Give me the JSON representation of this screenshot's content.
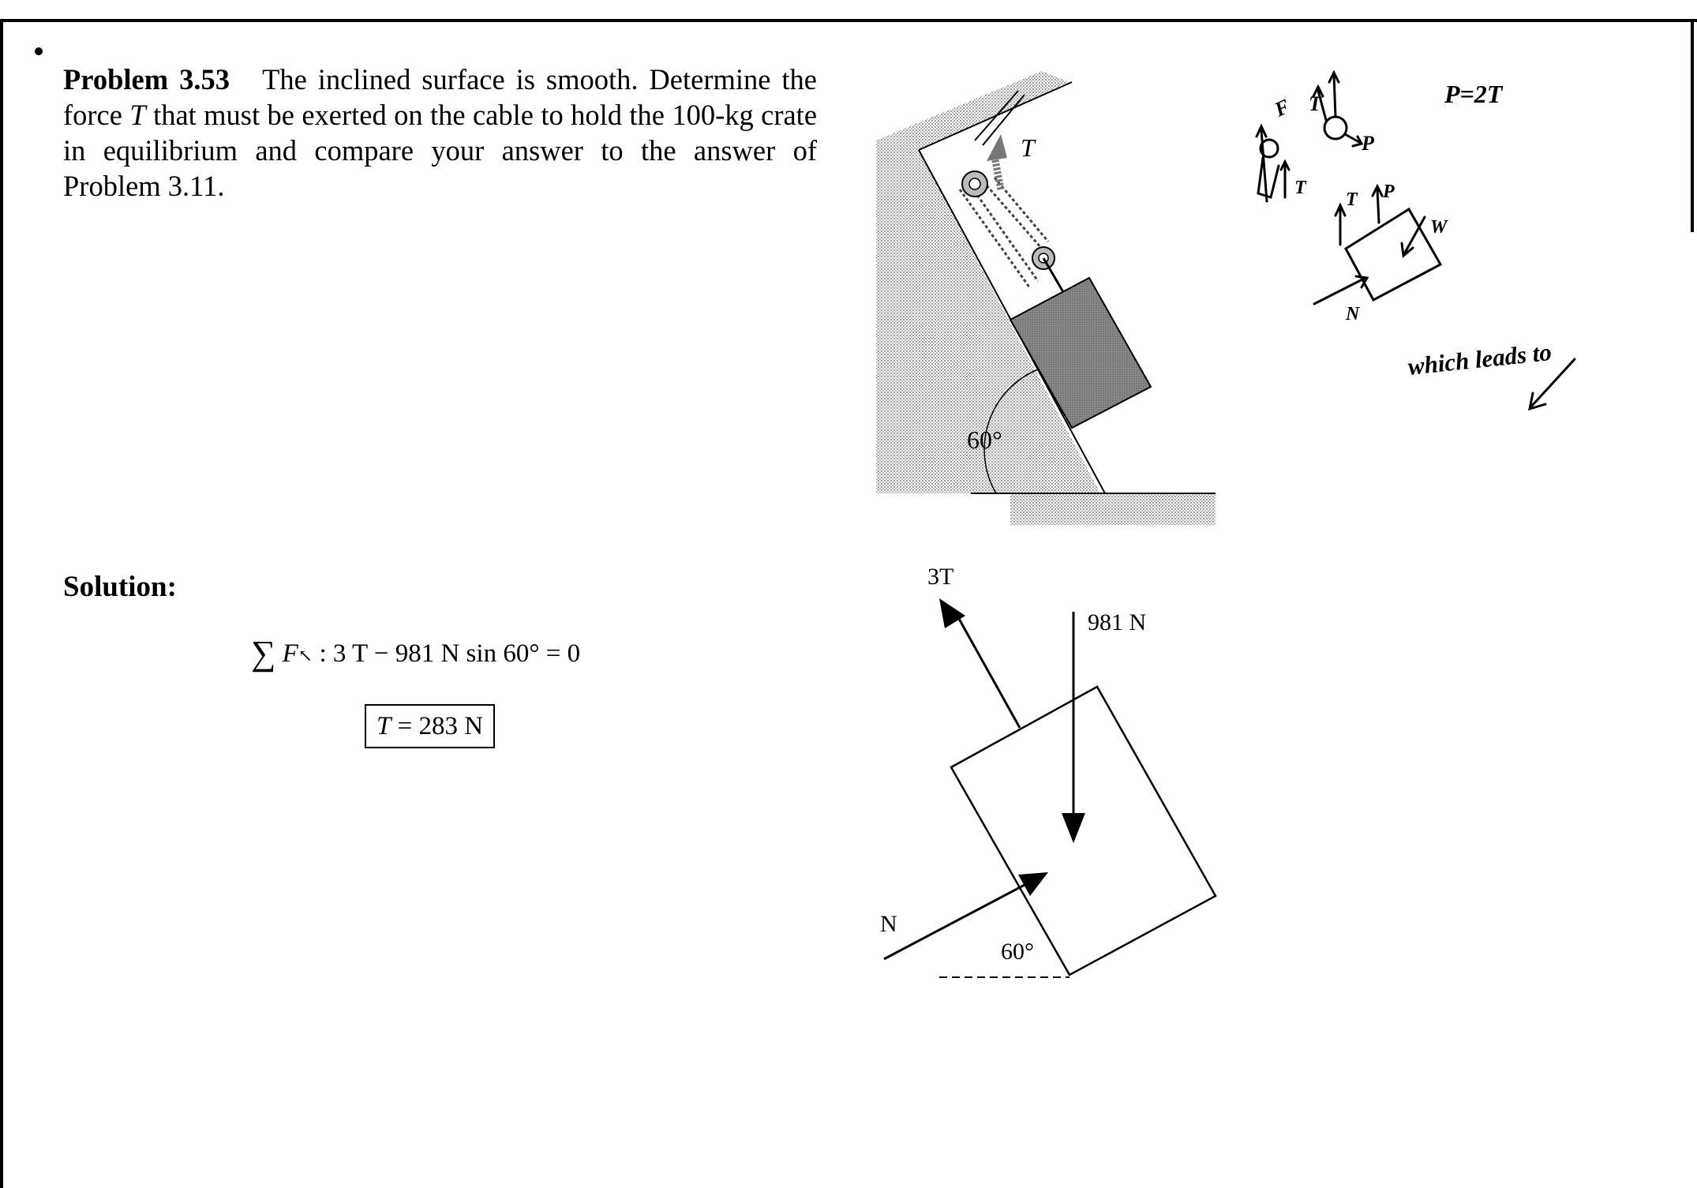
{
  "problem": {
    "label": "Problem 3.53",
    "text_1": "The inclined surface is smooth. Determine the force",
    "T_symbol": "T",
    "text_2": "that must be exerted on the cable to hold the 100-kg crate in equilibrium and compare your answer to the answer of Problem 3.11."
  },
  "figure_top": {
    "force_label": "T",
    "angle_label": "60°"
  },
  "handwritten": {
    "p_relation": "P=2T",
    "note": "which leads to",
    "labels": {
      "f": "F",
      "t": "T",
      "p": "P",
      "w": "W",
      "n": "N"
    }
  },
  "solution": {
    "heading": "Solution:",
    "equation_force": "F",
    "equation_direction_arrow": "↖",
    "equation_body": ": 3 T − 981 N sin 60° = 0",
    "answer_symbol": "T",
    "answer_value": "= 283 N"
  },
  "fbd": {
    "tension_label": "3T",
    "weight_label": "981 N",
    "normal_label": "N",
    "angle_label": "60°"
  }
}
